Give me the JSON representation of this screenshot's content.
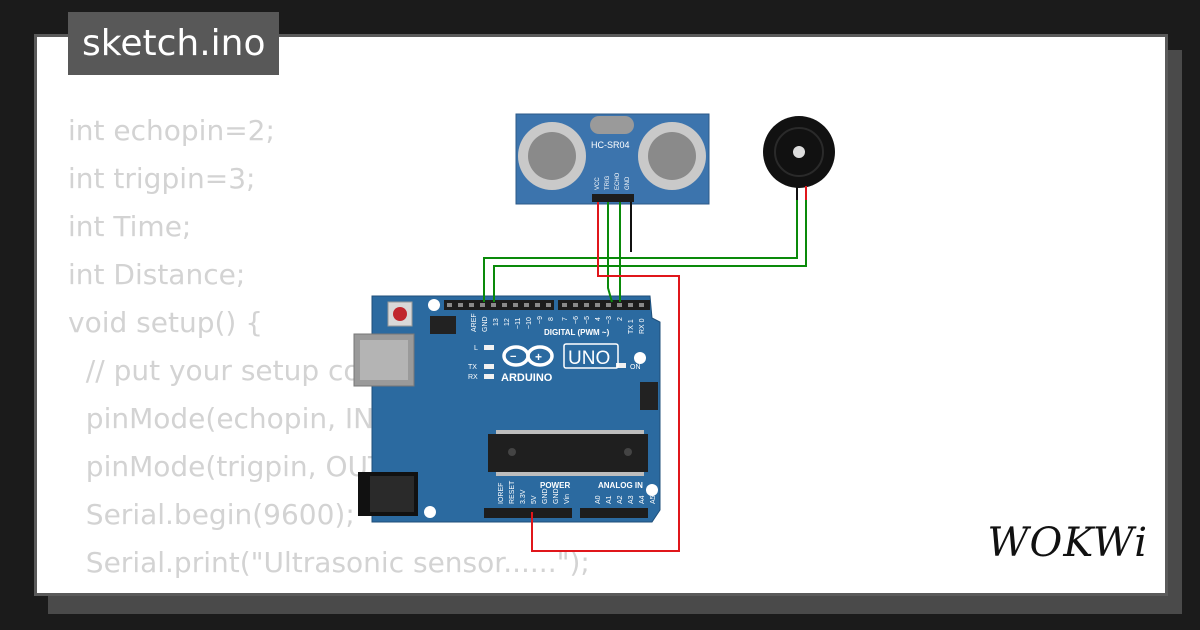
{
  "file_tab": {
    "filename": "sketch.ino"
  },
  "code_lines": [
    "int echopin=2;",
    "int trigpin=3;",
    "int Time;",
    "int Distance;",
    "void setup() {",
    "  // put your setup code here, to run once:",
    "  pinMode(echopin, INPUT);",
    "  pinMode(trigpin, OUTPUT);",
    "  Serial.begin(9600);",
    "  Serial.print(\"Ultrasonic sensor......\");"
  ],
  "sensor": {
    "model": "HC-SR04",
    "pins": [
      "VCC",
      "TRIG",
      "ECHO",
      "GND"
    ]
  },
  "arduino": {
    "brand": "ARDUINO",
    "model": "UNO",
    "digital_header_label": "DIGITAL (PWM ~)",
    "power_label": "POWER",
    "analog_label": "ANALOG IN",
    "on_label": "ON",
    "l_label": "L",
    "tx_label": "TX",
    "rx_label": "RX",
    "top_pins": [
      "AREF",
      "GND",
      "13",
      "12",
      "~11",
      "~10",
      "~9",
      "8",
      "7",
      "~6",
      "~5",
      "4",
      "~3",
      "2",
      "TX 1",
      "RX 0"
    ],
    "power_pins": [
      "IOREF",
      "RESET",
      "3.3V",
      "5V",
      "GND",
      "GND",
      "Vin"
    ],
    "analog_pins": [
      "A0",
      "A1",
      "A2",
      "A3",
      "A4",
      "A5"
    ]
  },
  "brand_logo": "WOKWi",
  "colors": {
    "board": "#2b6aa0",
    "sensor": "#3c74ad",
    "wire_green": "#0a8a0a",
    "wire_red": "#e0161b",
    "wire_black": "#111111",
    "code_text": "#d3d3d3"
  }
}
